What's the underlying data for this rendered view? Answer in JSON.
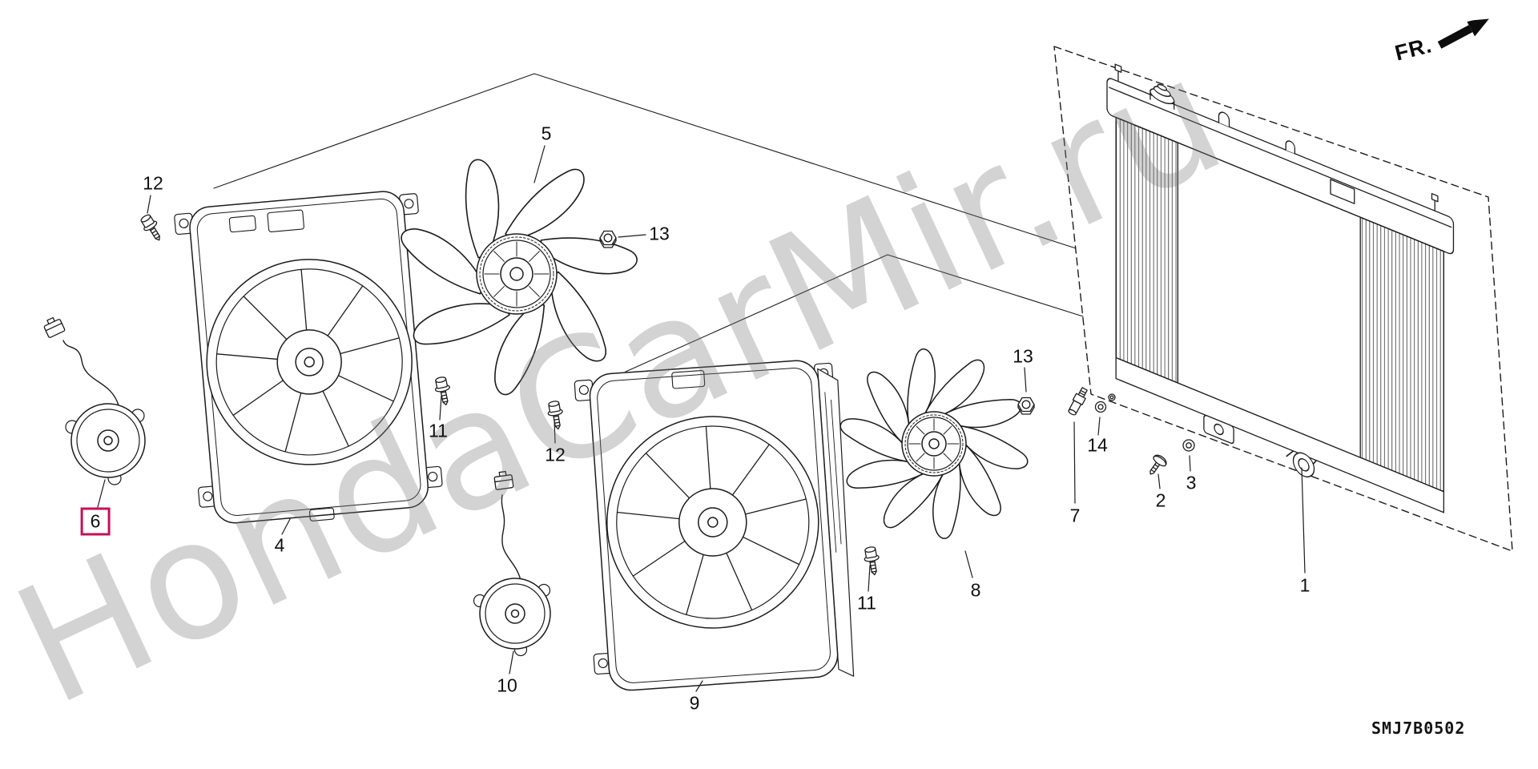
{
  "diagram": {
    "code": "SMJ7B0502",
    "fr_label": "FR.",
    "watermark": "HondaCarMir.ru",
    "highlight_color": "#c4105a",
    "labels": [
      {
        "text": "12",
        "highlighted": false
      },
      {
        "text": "5",
        "highlighted": false
      },
      {
        "text": "13",
        "highlighted": false
      },
      {
        "text": "4",
        "highlighted": false
      },
      {
        "text": "6",
        "highlighted": true
      },
      {
        "text": "11",
        "highlighted": false
      },
      {
        "text": "12",
        "highlighted": false
      },
      {
        "text": "10",
        "highlighted": false
      },
      {
        "text": "9",
        "highlighted": false
      },
      {
        "text": "11",
        "highlighted": false
      },
      {
        "text": "8",
        "highlighted": false
      },
      {
        "text": "13",
        "highlighted": false
      },
      {
        "text": "14",
        "highlighted": false
      },
      {
        "text": "7",
        "highlighted": false
      },
      {
        "text": "2",
        "highlighted": false
      },
      {
        "text": "3",
        "highlighted": false
      },
      {
        "text": "1",
        "highlighted": false
      }
    ]
  }
}
